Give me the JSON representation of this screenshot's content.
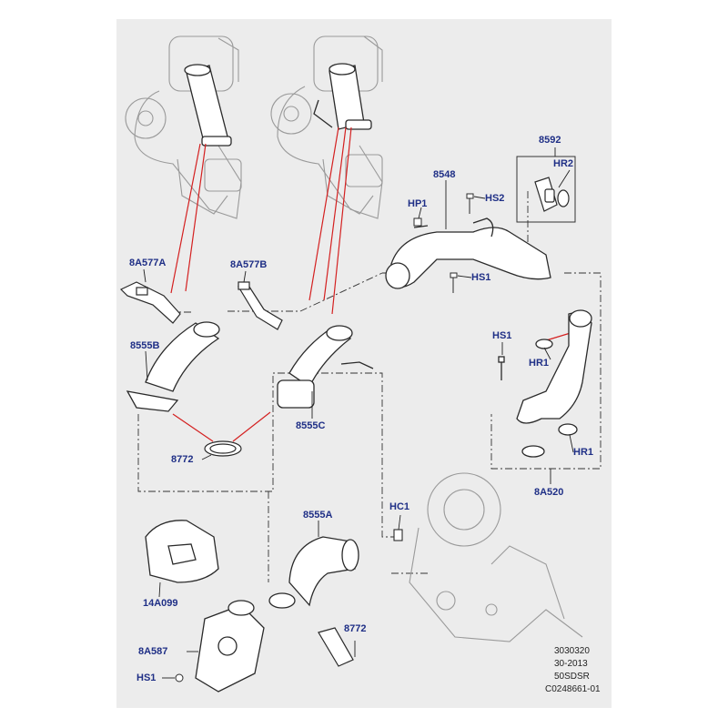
{
  "diagram": {
    "colors": {
      "panel": "#ececec",
      "label": "#1f2f86",
      "leader": "#d42020",
      "outline": "#2a2a2a",
      "ghost": "#9a9a9a"
    },
    "parts": {
      "p8592": "8592",
      "hr2": "HR2",
      "p8548": "8548",
      "hs2": "HS2",
      "hp1": "HP1",
      "hs1_top": "HS1",
      "p8a577a": "8A577A",
      "p8a577b": "8A577B",
      "p8555b": "8555B",
      "hs1_right": "HS1",
      "hr1_upper": "HR1",
      "p8772_upper": "8772",
      "p8555c": "8555C",
      "hr1_lower": "HR1",
      "p8a520": "8A520",
      "hc1": "HC1",
      "p8555a": "8555A",
      "p14a099": "14A099",
      "p8a587": "8A587",
      "p8772_lower": "8772",
      "hs1_bottom": "HS1"
    },
    "footer": [
      "3030320",
      "30-2013",
      "50SDSR",
      "C0248661-01"
    ]
  }
}
